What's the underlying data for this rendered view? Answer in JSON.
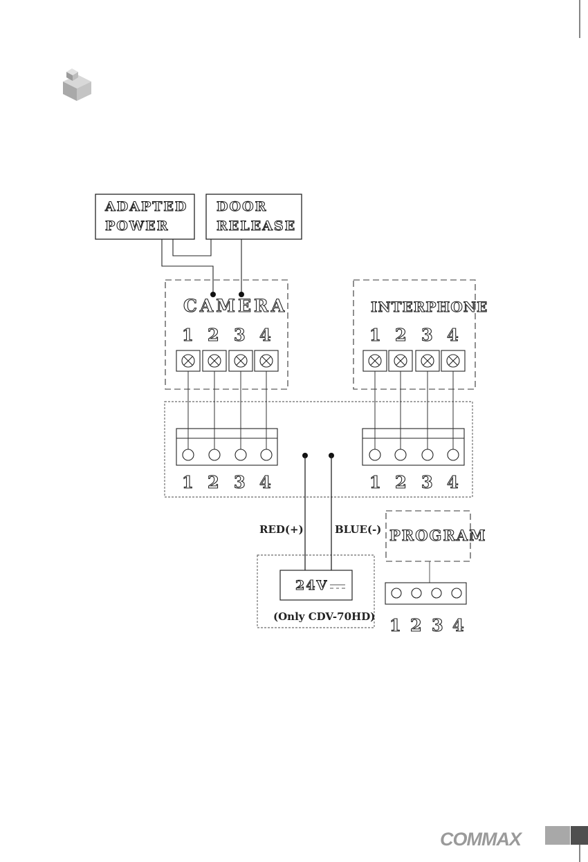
{
  "boxes": {
    "adapted_power": [
      "ADAPTED",
      "POWER"
    ],
    "door_release": [
      "DOOR",
      "RELEASE"
    ],
    "camera": "CAMERA",
    "interphone": "INTERPHONE",
    "program": "PROGRAM",
    "power_supply": "24V",
    "power_note": "(Only CDV-70HD)"
  },
  "wires": {
    "red": "RED(+)",
    "blue": "BLUE(-)"
  },
  "terminal_numbers": [
    "1",
    "2",
    "3",
    "4"
  ],
  "brand": {
    "name": "COMMAX",
    "color": "#9a9a9a"
  },
  "icons": [
    "cube-icon"
  ]
}
